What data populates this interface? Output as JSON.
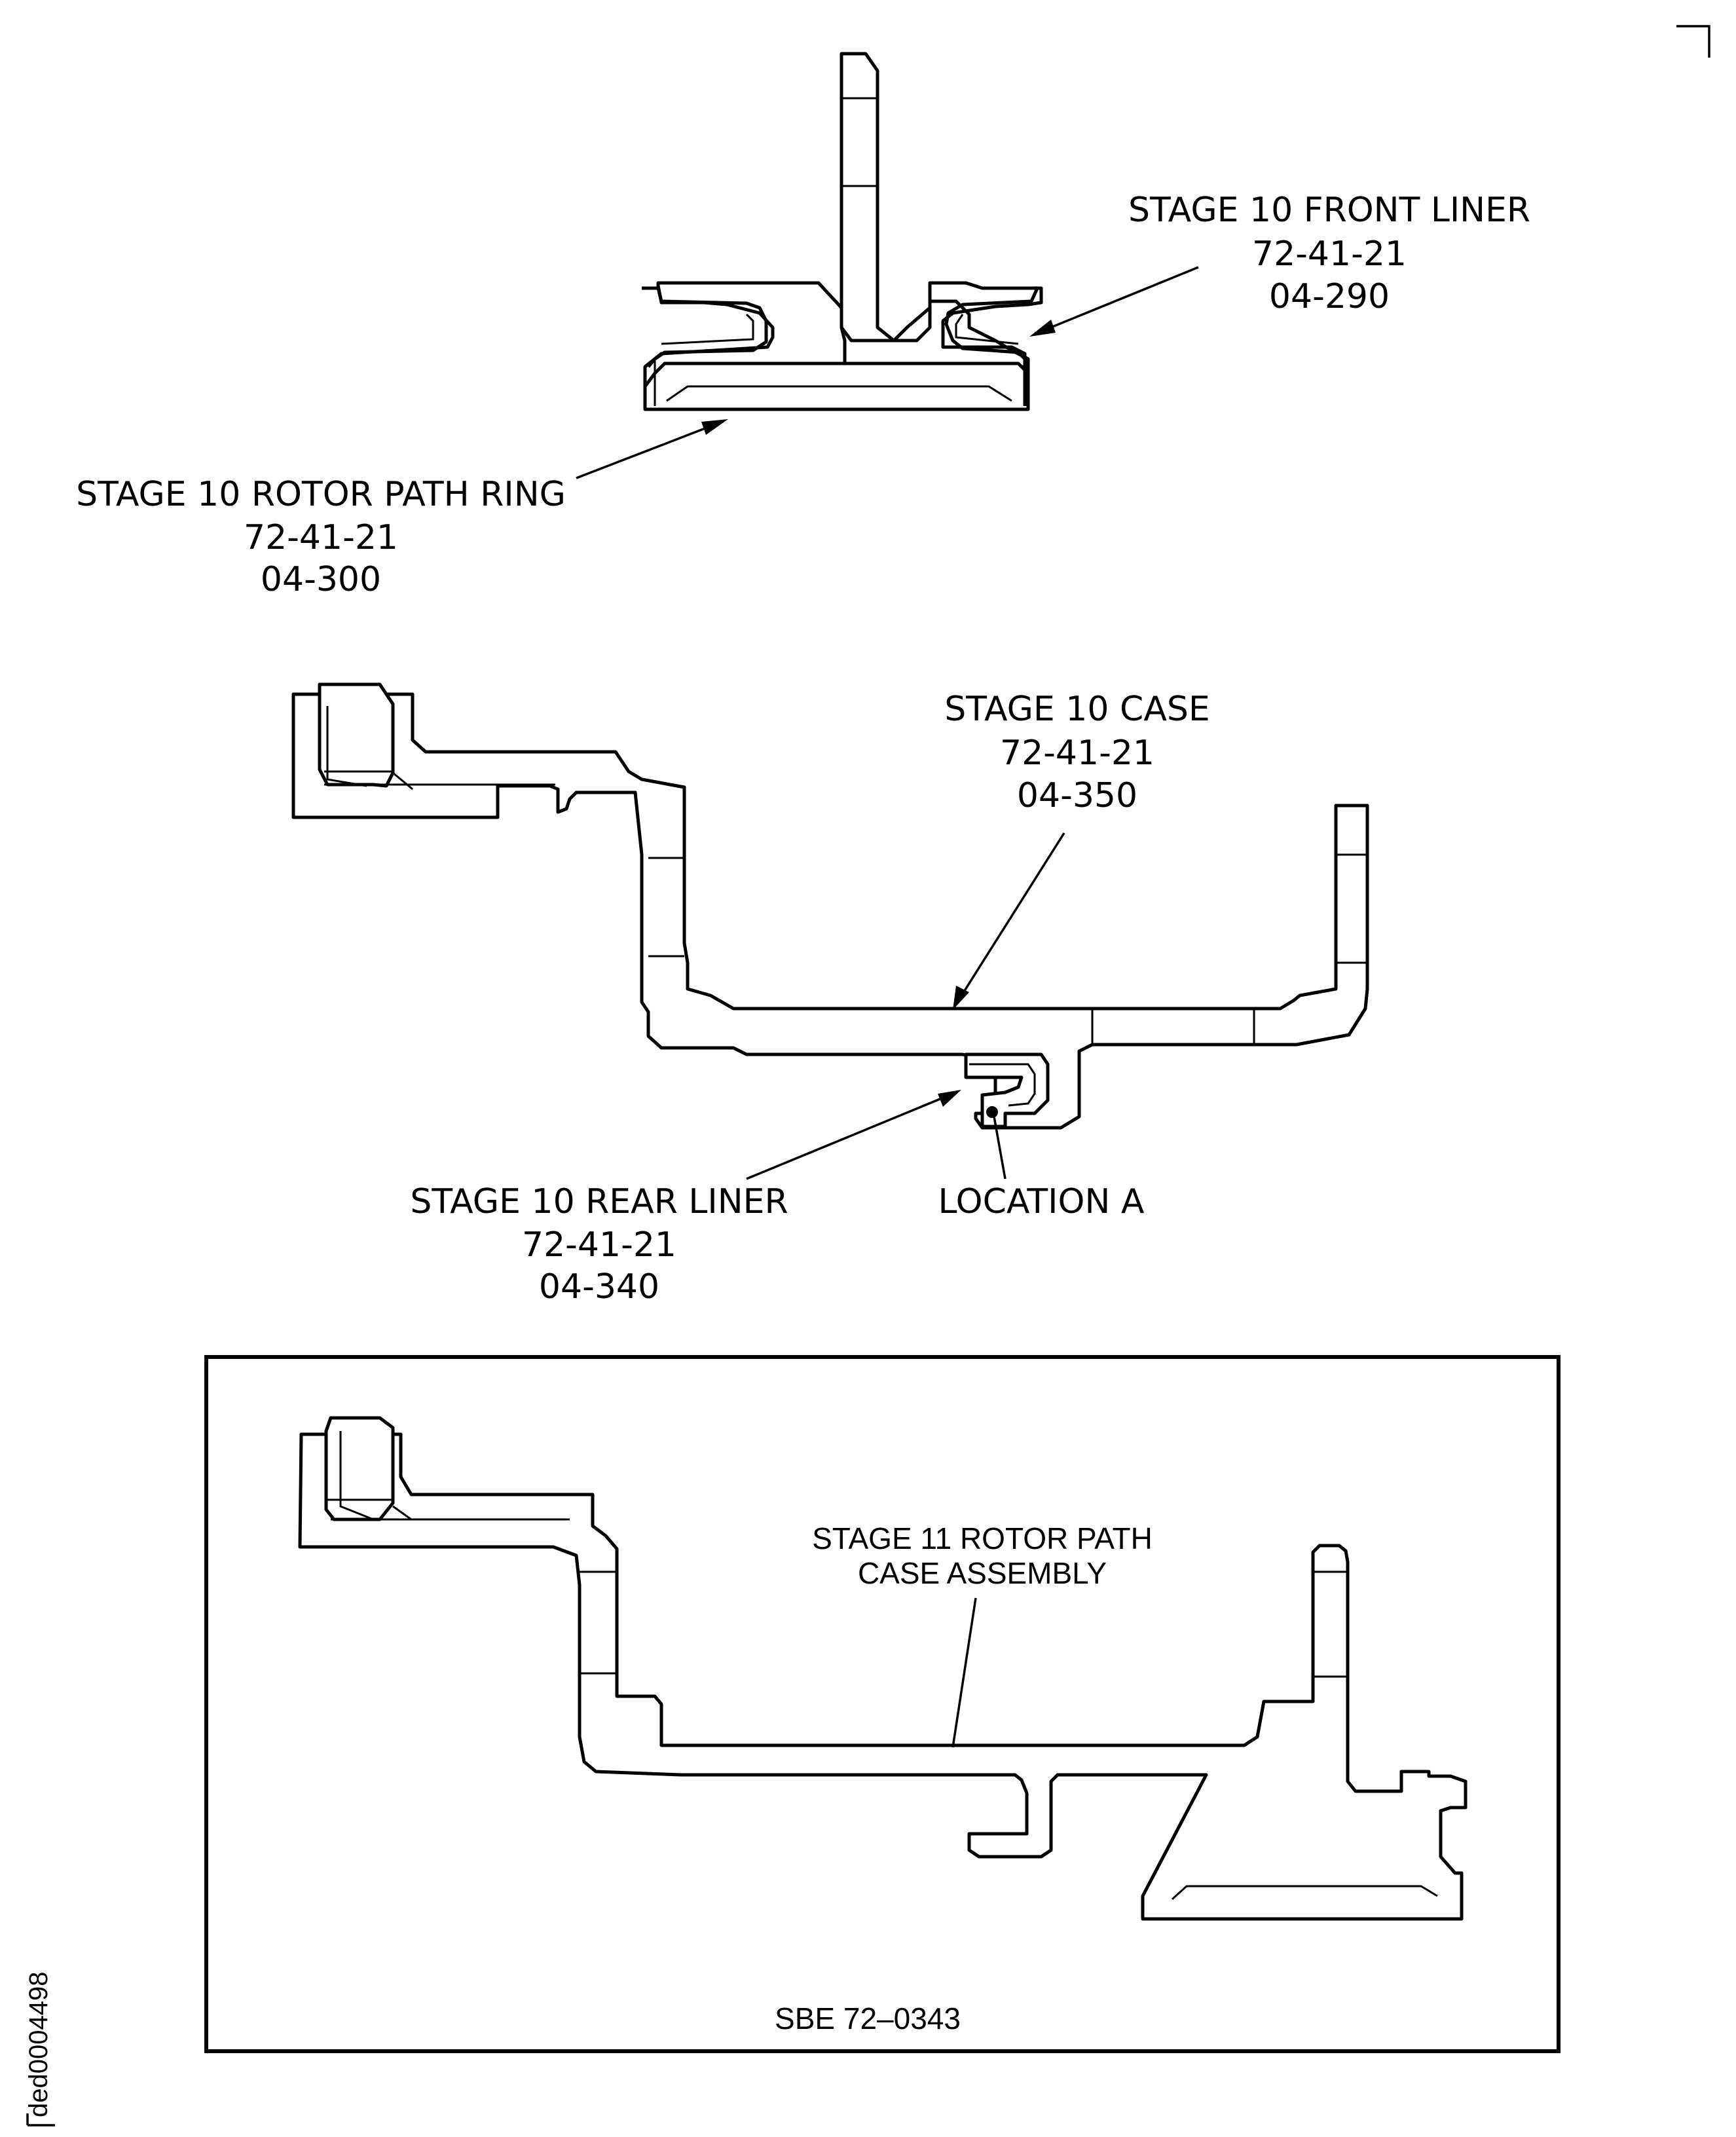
{
  "labels": {
    "front_liner": {
      "name": "STAGE 10 FRONT LINER",
      "ref": "72-41-21",
      "fig": "04-290"
    },
    "rotor_path_ring": {
      "name": "STAGE 10 ROTOR PATH RING",
      "ref": "72-41-21",
      "fig": "04-300"
    },
    "stage10_case": {
      "name": "STAGE 10 CASE",
      "ref": "72-41-21",
      "fig": "04-350"
    },
    "rear_liner": {
      "name": "STAGE 10 REAR LINER",
      "ref": "72-41-21",
      "fig": "04-340"
    },
    "location": "LOCATION A"
  },
  "inset": {
    "label_line1": "STAGE 11 ROTOR PATH",
    "label_line2": "CASE ASSEMBLY",
    "bulletin": "SBE 72–0343"
  },
  "figure_id": "ded0004498"
}
